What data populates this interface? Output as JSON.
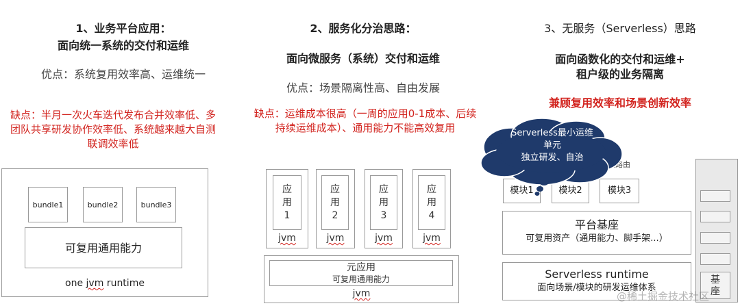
{
  "col1": {
    "title_line1": "1、业务平台应用：",
    "title_line2": "面向统一系统的交付和运维",
    "pros": "优点：系统复用效率高、运维统一",
    "cons_lines": [
      "缺点：半月一次火车迭代发布合并效率低、多",
      "团队共享研发协作效率低、系统越来越大自测",
      "联调效率低"
    ],
    "bundles": [
      "bundle1",
      "bundle2",
      "bundle3"
    ],
    "shared": "可复用通用能力",
    "runtime_pre": "one ",
    "runtime_jvm": "jvm",
    "runtime_post": " runtime"
  },
  "col2": {
    "title_line1": "2、服务化分治思路：",
    "title_line2": "面向微服务（系统）交付和运维",
    "pros": "优点：场景隔离性高、自由发展",
    "cons_lines": [
      "缺点：运维成本很高（一周的应用0-1成本、后续",
      "持续运维成本）、通用能力不能高效复用"
    ],
    "apps": [
      {
        "l1": "应",
        "l2": "用",
        "n": "1",
        "jvm": "jvm"
      },
      {
        "l1": "应",
        "l2": "用",
        "n": "2",
        "jvm": "jvm"
      },
      {
        "l1": "应",
        "l2": "用",
        "n": "3",
        "jvm": "jvm"
      },
      {
        "l1": "应",
        "l2": "用",
        "n": "4",
        "jvm": "jvm"
      }
    ],
    "meta_title": "元应用",
    "meta_sub": "可复用通用能力",
    "bottom_jvm": "jvm"
  },
  "col3": {
    "title_pre": "3、无服务（",
    "title_en": "Serverless",
    "title_post": "）思路",
    "title_line2": "面向函数化的交付和运维+",
    "title_line3": "租户级的业务隔离",
    "highlight": "兼顾复用效率和场景创新效率",
    "cloud_line1": "Serverless最小运维",
    "cloud_line2": "单元",
    "cloud_line3": "独立研发、自治",
    "routing": "场景路由",
    "modules": [
      "模块1",
      "模块2",
      "模块3"
    ],
    "platform_title": "平台基座",
    "platform_sub": "可复用资产（通用能力、脚手架...）",
    "runtime_title": "Serverless runtime",
    "runtime_sub": "面向场景/模块的研发运维体系",
    "base_l1": "基",
    "base_l2": "座"
  },
  "watermark": "@稀土掘金技术社区",
  "colors": {
    "accent_red": "#d2231e",
    "cloud": "#1f3a6b",
    "border": "#9a9a9a"
  }
}
